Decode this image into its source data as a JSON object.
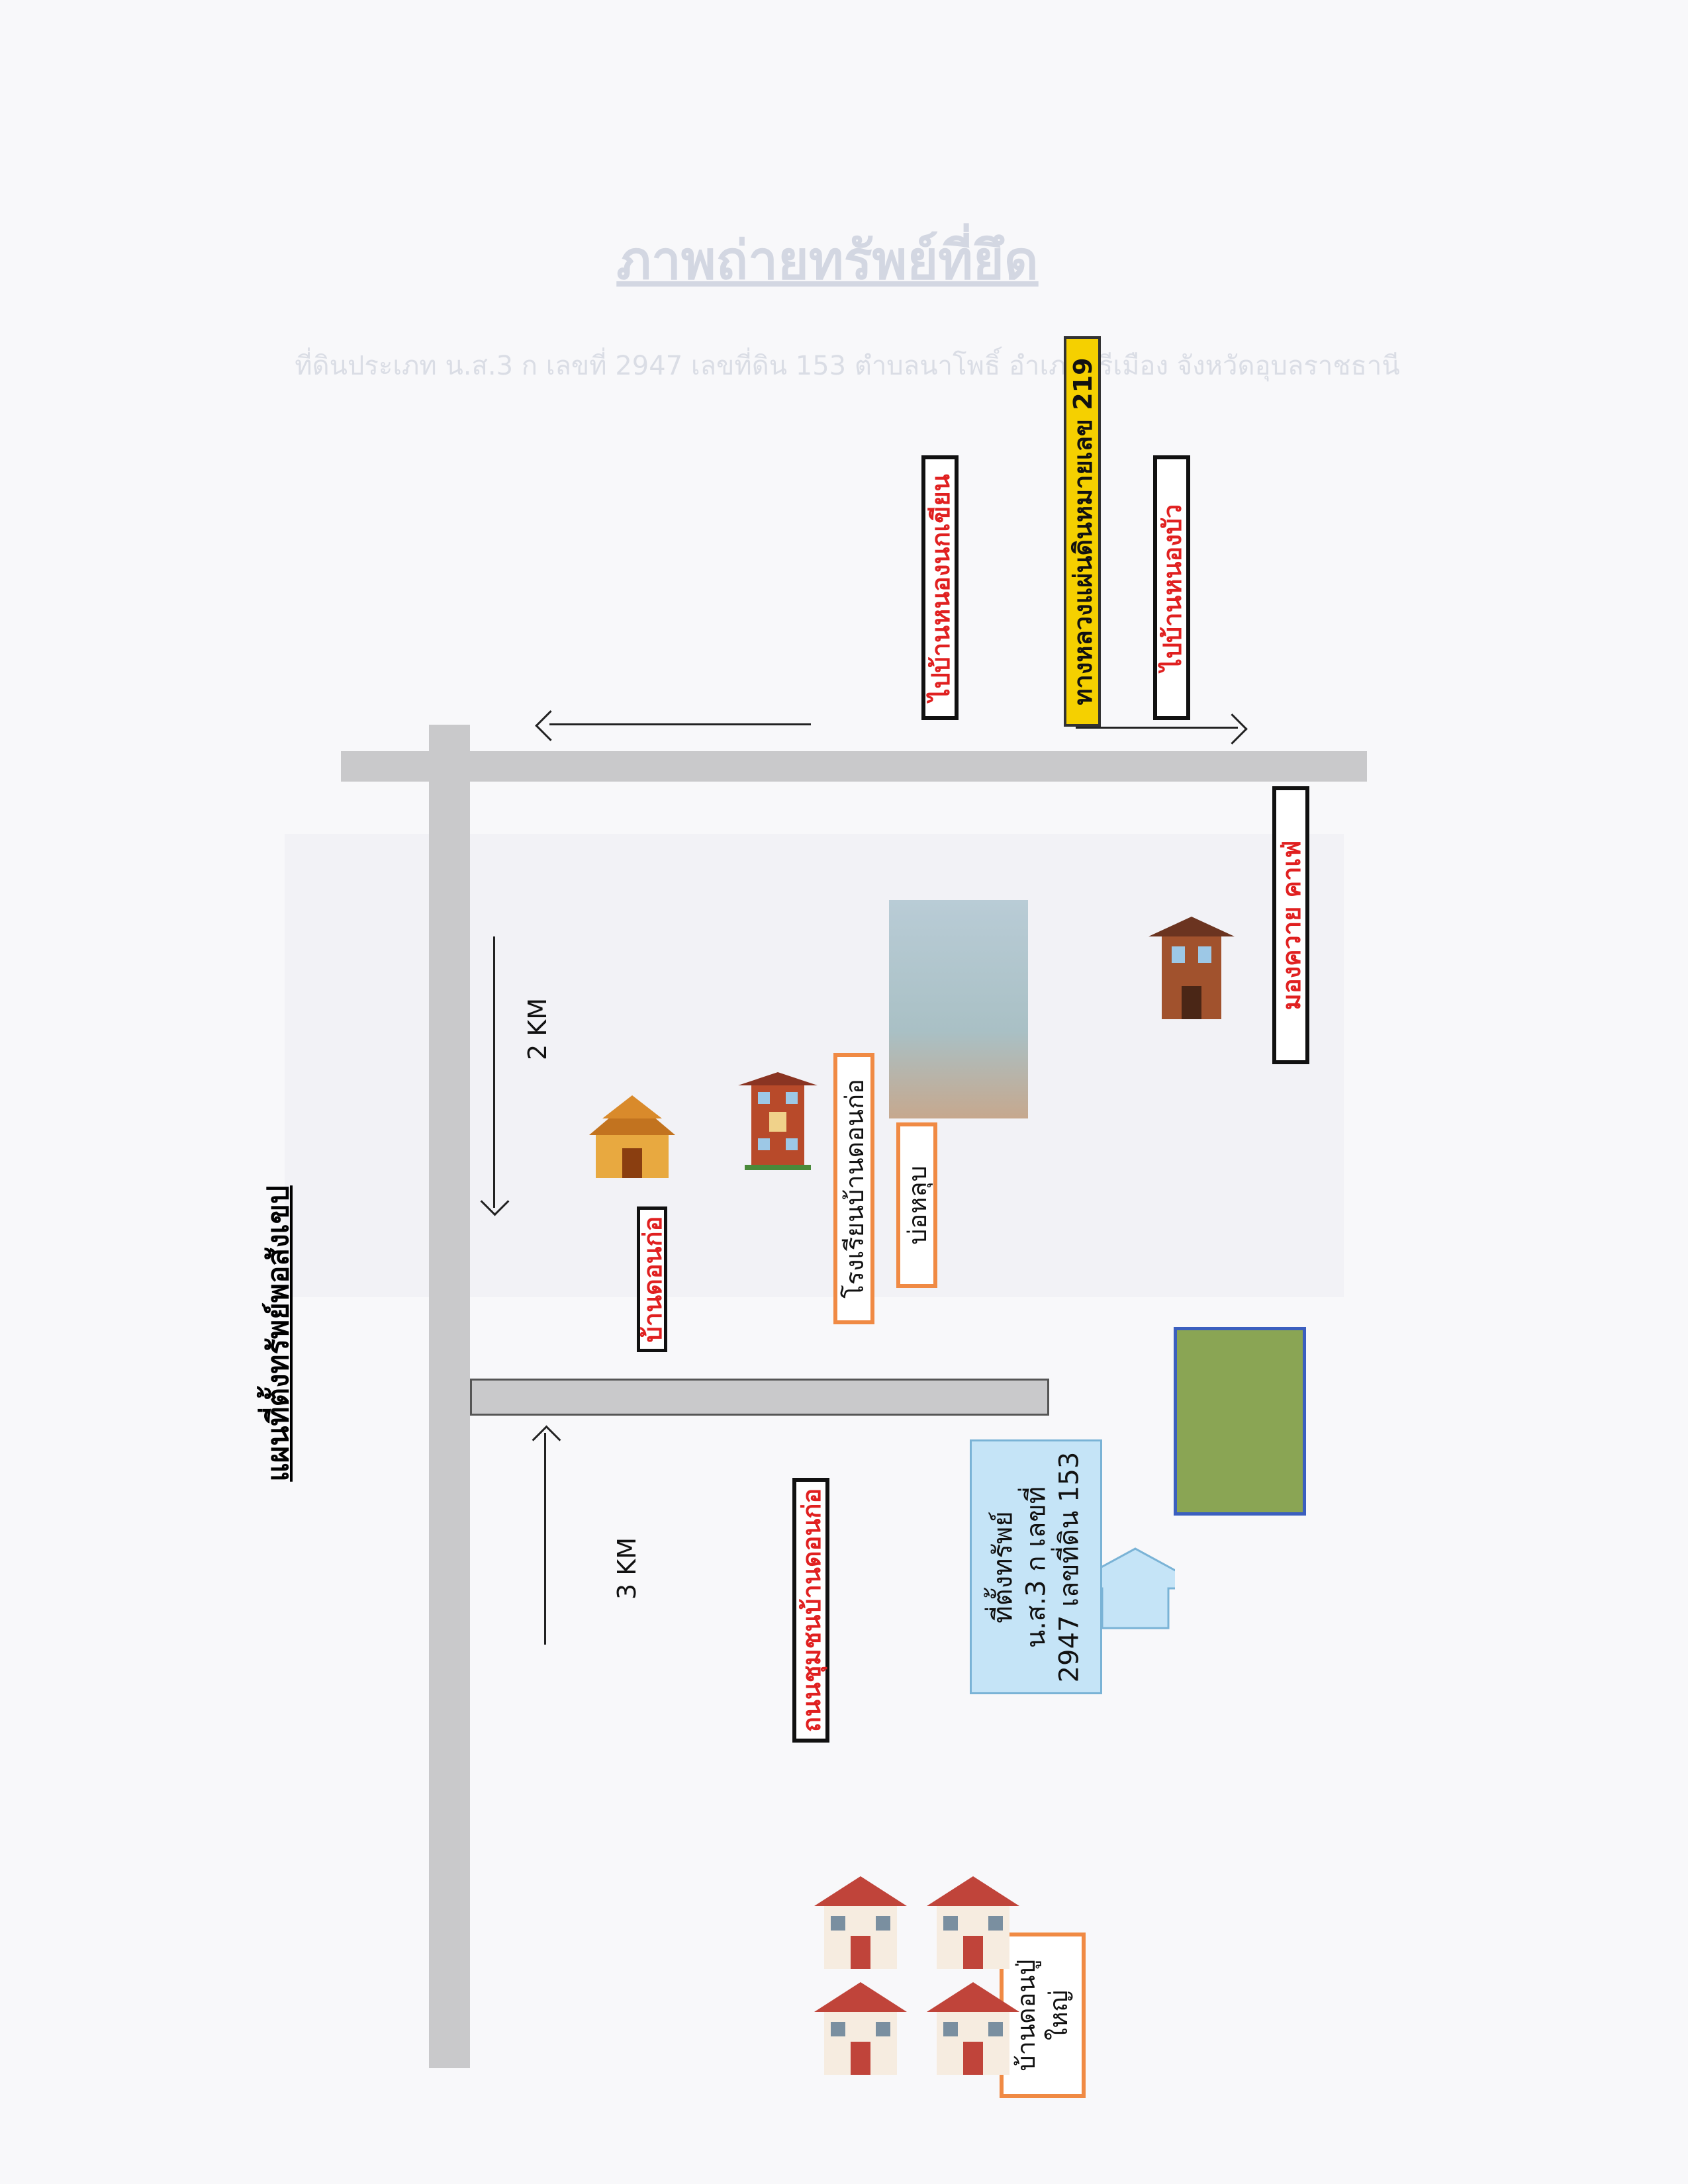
{
  "header": {
    "title": "ภาพถ่ายทรัพย์ที่ยึด",
    "subtitle": "ที่ดินประเภท น.ส.3 ก เลขที่ 2947 เลขที่ดิน 153 ตำบลนาโพธิ์ อำเภอศรีเมือง จังหวัดอุบลราชธานี"
  },
  "map_title": "แผนที่ตั้งทรัพย์พอสังเขป",
  "labels": {
    "nong_nok_khian": "ไปบ้านหนองนกเขียน",
    "highway": "ทางหลวงแผ่นดินหมายเลข 219",
    "nong_bua": "ไปบ้านหนองบัว",
    "cafe": "มองควาย คาเฟ่",
    "ban_don_ko": "บ้านดอนก่อ",
    "school": "โรงเรียนบ้านดอนก่อ",
    "pond": "บ่อหลุบ",
    "community_road": "ถนนชุมชนบ้านดอนก่อ",
    "village": "บ้านดอนปู่ใหญ่"
  },
  "distances": {
    "upper": "2 KM",
    "lower": "3 KM"
  },
  "property": {
    "line1": "ที่ตั้งทรัพย์",
    "line2": "น.ส.3 ก เลขที่",
    "line3": "2947 เลขที่ดิน 153"
  },
  "colors": {
    "road": "#c9c9cb",
    "plot": "#8aa554",
    "plot_border": "#3b5fbf",
    "highway_label": "#f5d000",
    "red_text": "#e02020",
    "orange_border": "#f08a44",
    "callout": "#c5e4f7"
  },
  "icons": [
    "temple-icon",
    "school-icon",
    "cafe-icon",
    "house-icon"
  ]
}
